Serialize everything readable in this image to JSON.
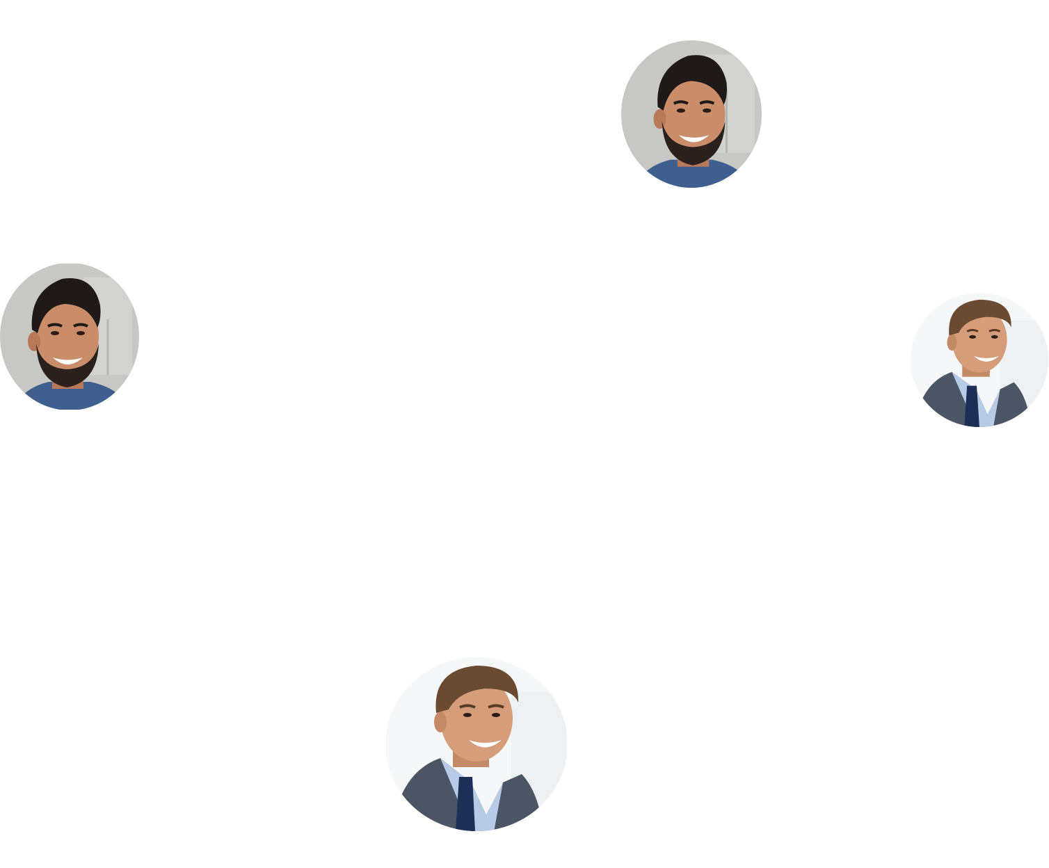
{
  "avatars": [
    {
      "id": "avatar-bearded-top",
      "person": "bearded-man",
      "background": "#c9c9c5",
      "shirt": "#3f5f8f"
    },
    {
      "id": "avatar-bearded-left",
      "person": "bearded-man",
      "background": "#c9c9c5",
      "shirt": "#3f5f8f"
    },
    {
      "id": "avatar-suit-right",
      "person": "man-in-suit",
      "background": "#f4f6f7",
      "jacket": "#4b5563"
    },
    {
      "id": "avatar-suit-bottom",
      "person": "man-in-suit",
      "background": "#f4f6f7",
      "jacket": "#4b5563"
    }
  ],
  "colors": {
    "page_background": "#ffffff",
    "skin": "#c98d6a",
    "hair_dark": "#1f1a17",
    "hair_brown": "#6b4a32",
    "teeth": "#ffffff"
  }
}
